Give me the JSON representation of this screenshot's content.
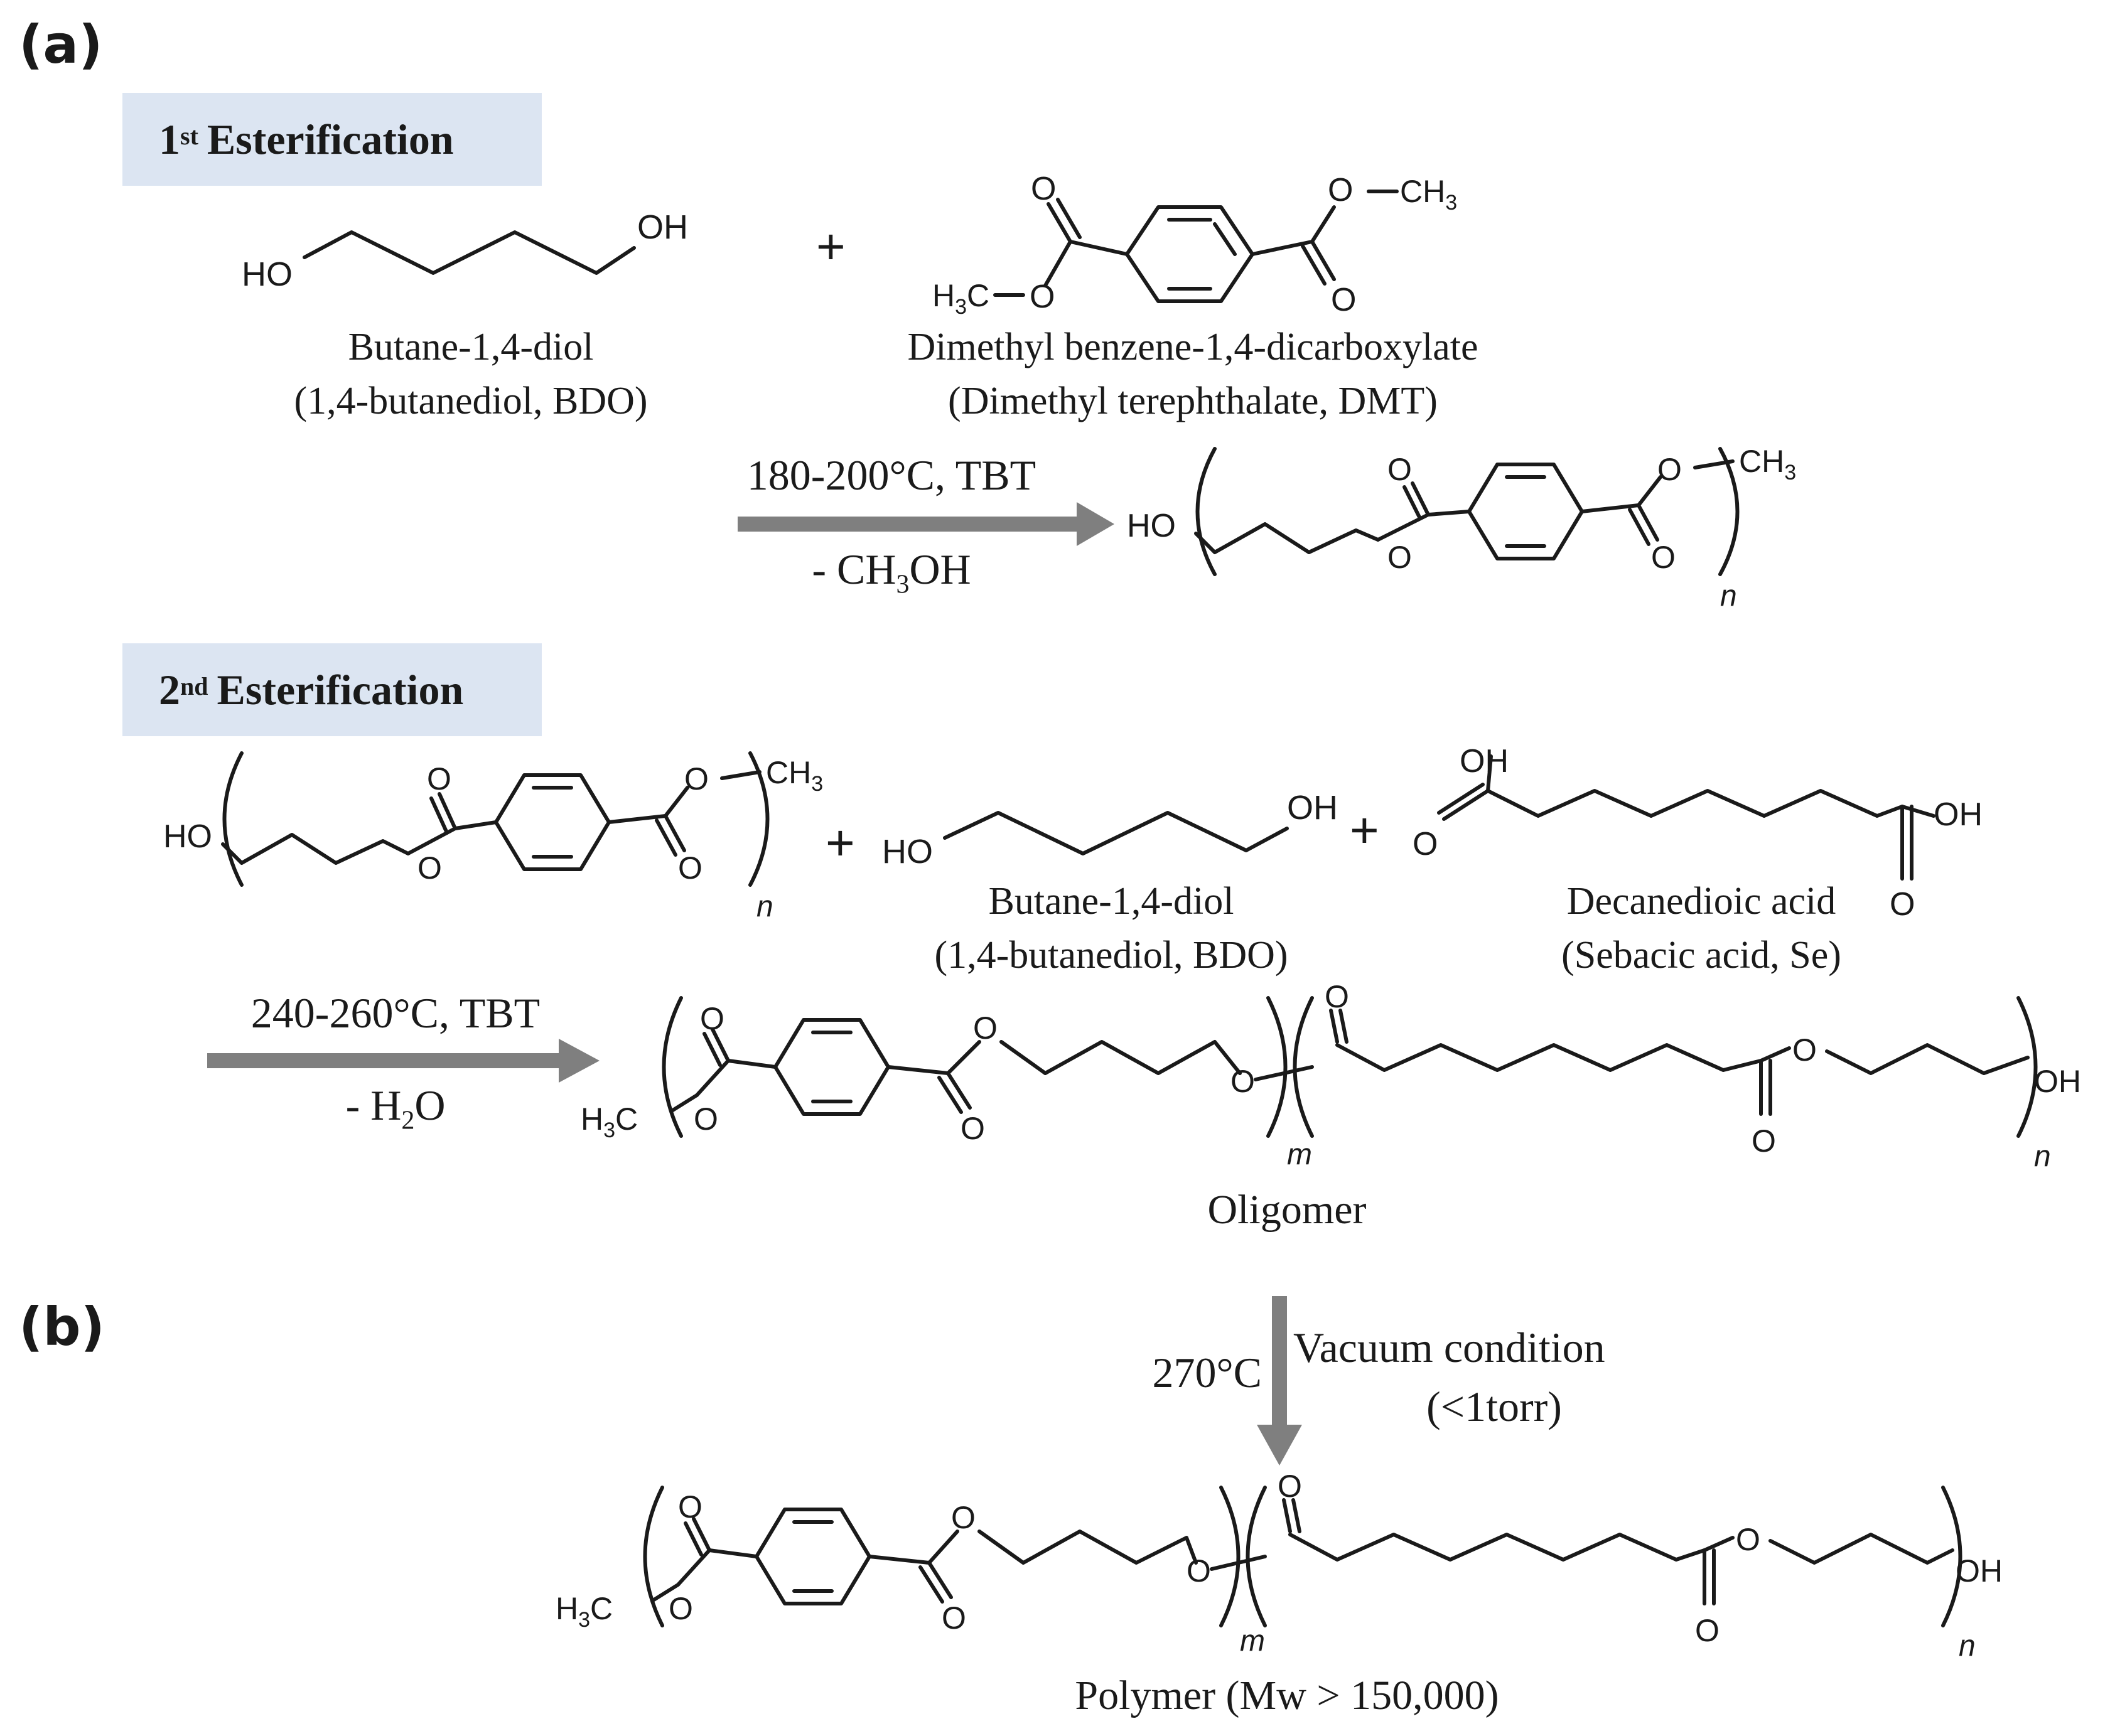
{
  "panels": {
    "a": "(a)",
    "b": "(b)"
  },
  "step1": {
    "num": "1",
    "sup": "st",
    "title": "Esterification"
  },
  "step2": {
    "num": "2",
    "sup": "nd",
    "title": "Esterification"
  },
  "bdo": {
    "name": "Butane-1,4-diol",
    "alias": "(1,4-butanediol, BDO)"
  },
  "dmt": {
    "name": "Dimethyl benzene-1,4-dicarboxylate",
    "alias": "(Dimethyl terephthalate, DMT)"
  },
  "sebacic": {
    "name": "Decanedioic acid",
    "alias": "(Sebacic acid, Se)"
  },
  "plus": "+",
  "reaction1": {
    "temp": "180-200°C, TBT",
    "byproduct_prefix": "- CH",
    "byproduct_sub": "3",
    "byproduct_suffix": "OH"
  },
  "reaction2": {
    "temp": "240-260°C, TBT",
    "byproduct_prefix": "- H",
    "byproduct_sub": "2",
    "byproduct_suffix": "O"
  },
  "reaction3": {
    "temp": "270°C",
    "condition": "Vacuum condition",
    "pressure": "(<1torr)"
  },
  "oligomer_label": "Oligomer",
  "polymer_label": "Polymer (Mw > 150,000)",
  "atoms": {
    "HO": "HO",
    "OH": "OH",
    "O": "O",
    "CH3": "CH",
    "sub3": "3",
    "H3C": "H",
    "C": "C",
    "n": "n",
    "m": "m"
  },
  "colors": {
    "box": "#dce5f2",
    "arrow": "#7f7f7f",
    "ink": "#1a1a1a"
  }
}
